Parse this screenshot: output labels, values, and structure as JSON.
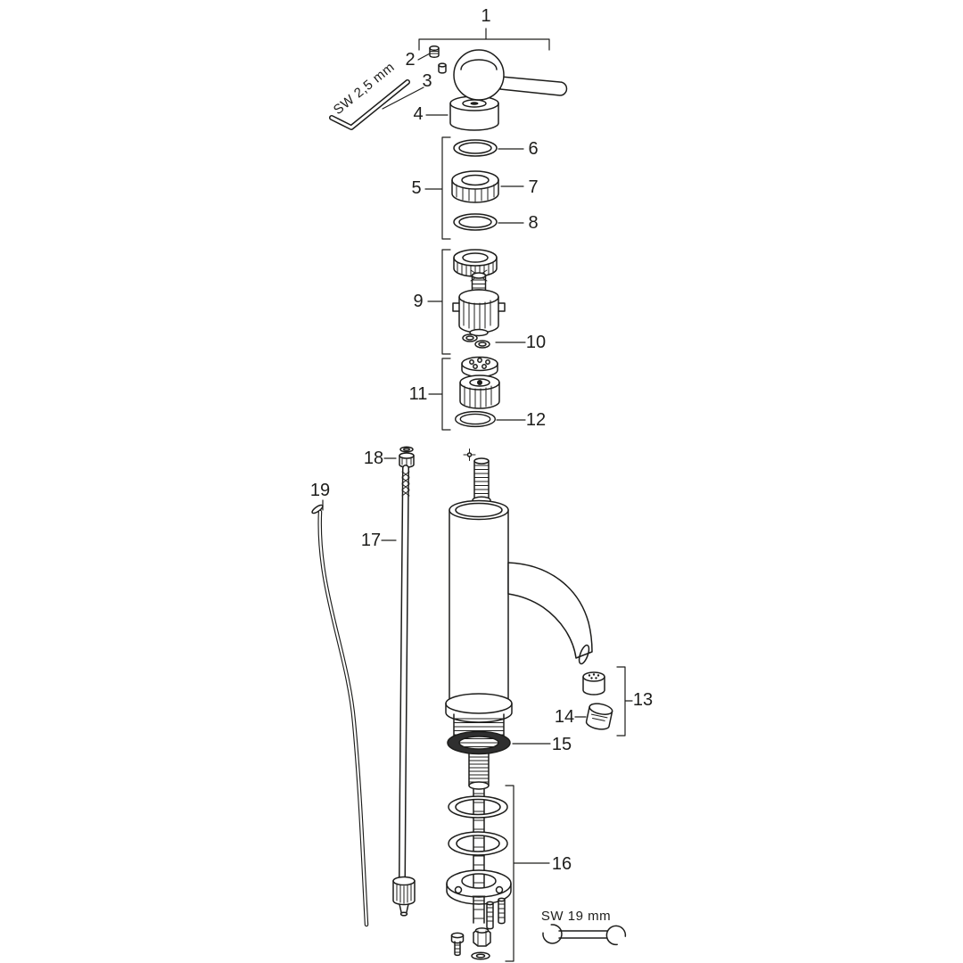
{
  "diagram": {
    "type": "exploded-parts-diagram",
    "background_color": "#ffffff",
    "line_color": "#1d1d1b",
    "seal_fill_color": "#2f2f2f",
    "part_labels": [
      {
        "text": "1"
      },
      {
        "text": "2"
      },
      {
        "text": "3"
      },
      {
        "text": "4"
      },
      {
        "text": "5"
      },
      {
        "text": "6"
      },
      {
        "text": "7"
      },
      {
        "text": "8"
      },
      {
        "text": "9"
      },
      {
        "text": "10"
      },
      {
        "text": "11"
      },
      {
        "text": "12"
      },
      {
        "text": "13"
      },
      {
        "text": "14"
      },
      {
        "text": "15"
      },
      {
        "text": "16"
      },
      {
        "text": "17"
      },
      {
        "text": "18"
      },
      {
        "text": "19"
      }
    ],
    "tool_labels": {
      "allen_key": "SW 2,5 mm",
      "open_end_wrench": "SW 19 mm"
    }
  }
}
